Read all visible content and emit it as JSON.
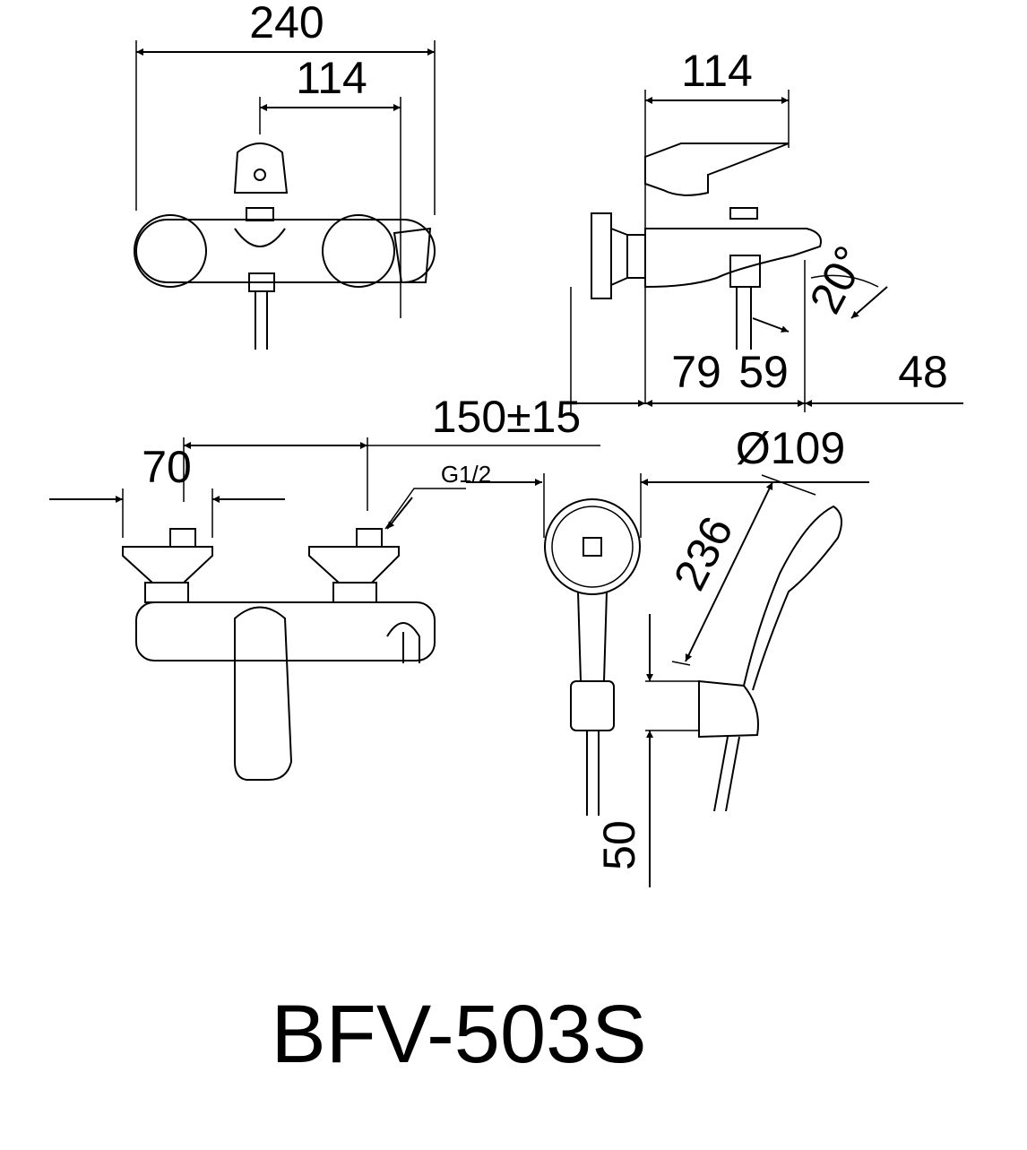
{
  "drawing": {
    "model": "BFV-503S",
    "colors": {
      "line": "#000000",
      "background": "#ffffff"
    },
    "dimensions": {
      "overall_width": "240",
      "inlet_spacing_front": "114",
      "side_depth": "114",
      "spout_angle": "20°",
      "side_79": "79",
      "side_59": "59",
      "side_48": "48",
      "center_distance": "150±15",
      "flange_width": "70",
      "thread": "G1/2",
      "head_diameter": "Ø109",
      "handshower_length": "236",
      "holder_height": "50"
    }
  }
}
